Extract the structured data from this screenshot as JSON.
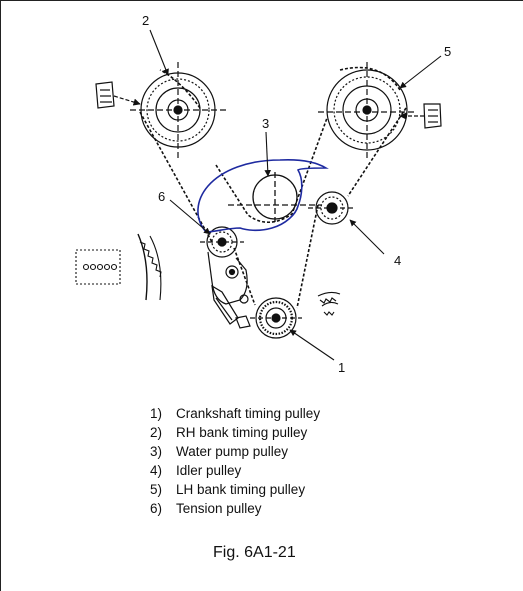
{
  "diagram": {
    "callouts": [
      {
        "number": "1"
      },
      {
        "number": "2"
      },
      {
        "number": "3"
      },
      {
        "number": "4"
      },
      {
        "number": "5"
      },
      {
        "number": "6"
      }
    ]
  },
  "legend": {
    "items": [
      {
        "num": "1)",
        "label": "Crankshaft timing pulley"
      },
      {
        "num": "2)",
        "label": "RH bank timing pulley"
      },
      {
        "num": "3)",
        "label": "Water pump pulley"
      },
      {
        "num": "4)",
        "label": "Idler pulley"
      },
      {
        "num": "5)",
        "label": "LH bank timing pulley"
      },
      {
        "num": "6)",
        "label": "Tension pulley"
      }
    ]
  },
  "caption": "Fig. 6A1-21",
  "colors": {
    "line": "#111111",
    "annotation": "#1e2aa0"
  }
}
